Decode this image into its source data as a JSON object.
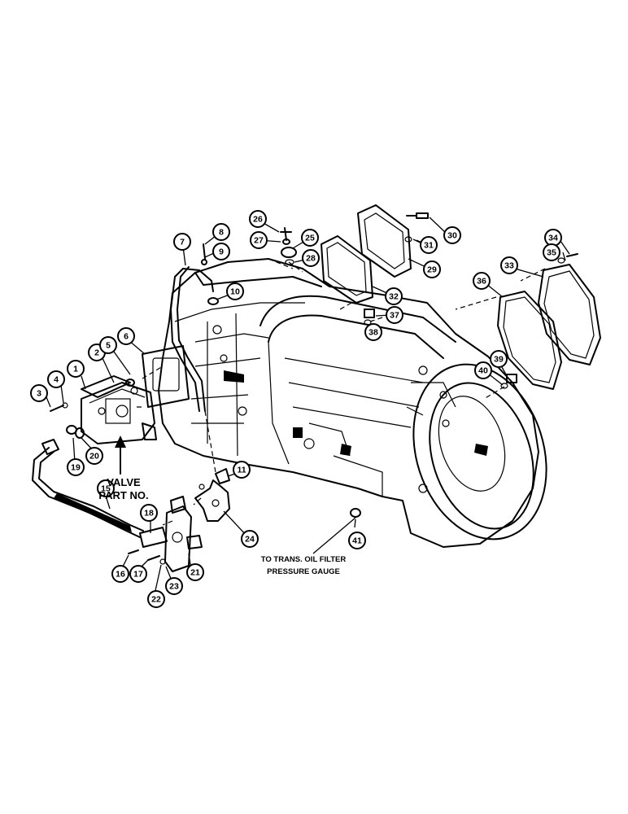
{
  "callouts": [
    "1",
    "2",
    "3",
    "4",
    "5",
    "6",
    "7",
    "8",
    "9",
    "10",
    "11",
    "15",
    "16",
    "17",
    "18",
    "19",
    "20",
    "21",
    "22",
    "23",
    "24",
    "25",
    "26",
    "27",
    "28",
    "29",
    "30",
    "31",
    "32",
    "33",
    "34",
    "35",
    "36",
    "37",
    "38",
    "39",
    "40",
    "41"
  ],
  "notes": {
    "valve_line1": "VALVE",
    "valve_line2": "PART NO.",
    "gauge_line1": "TO TRANS. OIL FILTER",
    "gauge_line2": "PRESSURE GAUGE"
  }
}
